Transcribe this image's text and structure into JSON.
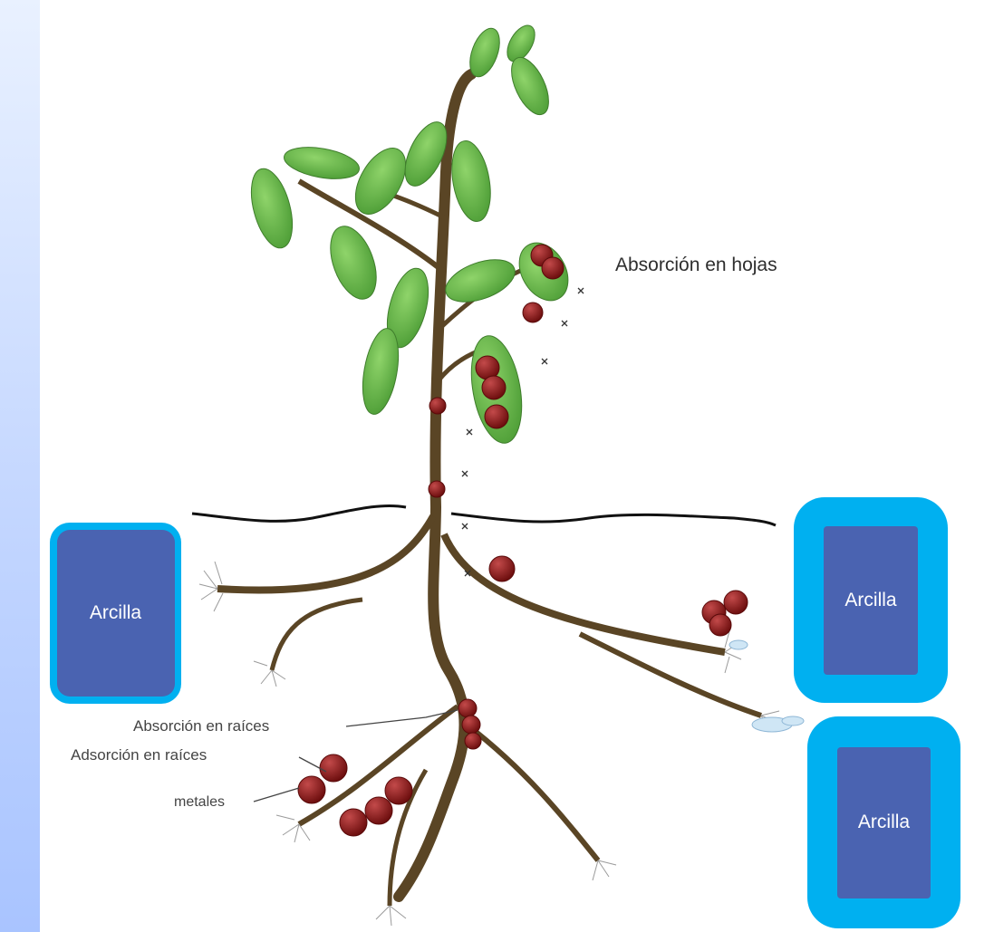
{
  "diagram": {
    "labels": {
      "leaf_absorption": "Absorción en hojas",
      "root_absorption": "Absorción en raíces",
      "root_adsorption": "Adsorción en raíces",
      "metals": "metales"
    },
    "clay_boxes": [
      {
        "label": "Arcilla"
      },
      {
        "label": "Arcilla"
      },
      {
        "label": "Arcilla"
      }
    ]
  },
  "colors": {
    "clay_border": "#00b0f0",
    "clay_fill": "#4a63b1",
    "leaf": "#6cbf4a",
    "stem": "#4a3a22",
    "metal_particle": "#8e1a1a"
  }
}
